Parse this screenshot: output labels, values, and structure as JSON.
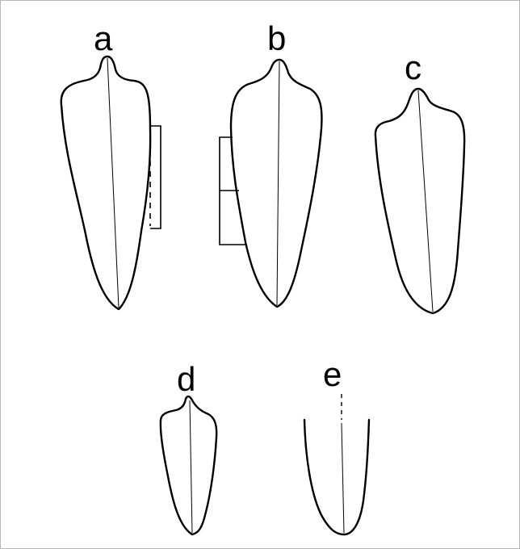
{
  "figure": {
    "labels": {
      "a": "a",
      "b": "b",
      "c": "c",
      "d": "d",
      "e": "e"
    },
    "colors": {
      "ink": "#000000",
      "background": "#ffffff",
      "border": "#b8b8b8"
    }
  }
}
